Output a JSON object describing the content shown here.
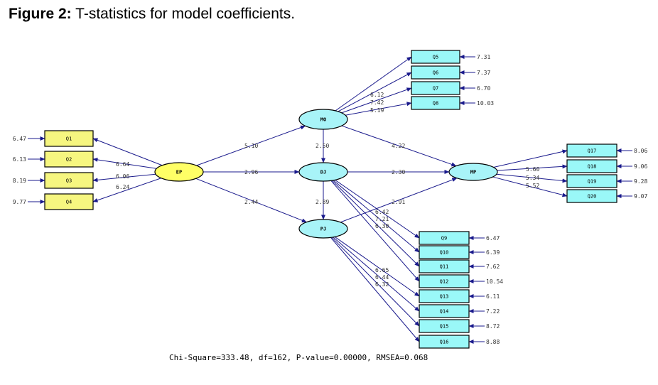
{
  "caption": {
    "prefix": "Figure 2:",
    "text": "T-statistics for model coefficients."
  },
  "colors": {
    "latent": "#a8f4f8",
    "exogenous": "#ffff66",
    "indicator_cyan": "#9af8f8",
    "indicator_yellow": "#f6f680",
    "line": "#1a1a8c"
  },
  "latents": [
    {
      "id": "EP",
      "label": "EP"
    },
    {
      "id": "MO",
      "label": "MO"
    },
    {
      "id": "DJ",
      "label": "DJ"
    },
    {
      "id": "PJ",
      "label": "PJ"
    },
    {
      "id": "MP",
      "label": "MP"
    }
  ],
  "indicators": [
    {
      "id": "Q1",
      "label": "Q1",
      "error": "6.47",
      "loading": ""
    },
    {
      "id": "Q2",
      "label": "Q2",
      "error": "6.13",
      "loading": "6.64"
    },
    {
      "id": "Q3",
      "label": "Q3",
      "error": "8.19",
      "loading": "6.06"
    },
    {
      "id": "Q4",
      "label": "Q4",
      "error": "9.77",
      "loading": "6.24"
    },
    {
      "id": "Q5",
      "label": "Q5",
      "error": "7.31",
      "loading": ""
    },
    {
      "id": "Q6",
      "label": "Q6",
      "error": "7.37",
      "loading": "6.12"
    },
    {
      "id": "Q7",
      "label": "Q7",
      "error": "6.70",
      "loading": "7.42"
    },
    {
      "id": "Q8",
      "label": "Q8",
      "error": "10.03",
      "loading": "5.19"
    },
    {
      "id": "Q9",
      "label": "Q9",
      "error": "6.47",
      "loading": ""
    },
    {
      "id": "Q10",
      "label": "Q10",
      "error": "6.39",
      "loading": "6.42"
    },
    {
      "id": "Q11",
      "label": "Q11",
      "error": "7.62",
      "loading": "7.21"
    },
    {
      "id": "Q12",
      "label": "Q12",
      "error": "10.54",
      "loading": "6.30"
    },
    {
      "id": "Q13",
      "label": "Q13",
      "error": "6.11",
      "loading": ""
    },
    {
      "id": "Q14",
      "label": "Q14",
      "error": "7.22",
      "loading": "6.65"
    },
    {
      "id": "Q15",
      "label": "Q15",
      "error": "8.72",
      "loading": "6.44"
    },
    {
      "id": "Q16",
      "label": "Q16",
      "error": "8.88",
      "loading": "6.32"
    },
    {
      "id": "Q17",
      "label": "Q17",
      "error": "8.06",
      "loading": ""
    },
    {
      "id": "Q18",
      "label": "Q18",
      "error": "9.06",
      "loading": "5.60"
    },
    {
      "id": "Q19",
      "label": "Q19",
      "error": "9.28",
      "loading": "5.34"
    },
    {
      "id": "Q20",
      "label": "Q20",
      "error": "9.07",
      "loading": "5.52"
    }
  ],
  "structural_paths": [
    {
      "from": "EP",
      "to": "MO",
      "t": "5.10"
    },
    {
      "from": "EP",
      "to": "DJ",
      "t": "2.96"
    },
    {
      "from": "EP",
      "to": "PJ",
      "t": "2.44"
    },
    {
      "from": "MO",
      "to": "DJ",
      "t": "2.50"
    },
    {
      "from": "DJ",
      "to": "PJ",
      "t": "2.89"
    },
    {
      "from": "MO",
      "to": "MP",
      "t": "4.22"
    },
    {
      "from": "DJ",
      "to": "MP",
      "t": "2.30"
    },
    {
      "from": "PJ",
      "to": "MP",
      "t": "2.91"
    }
  ],
  "fit_stats": "Chi-Square=333.48, df=162, P-value=0.00000, RMSEA=0.068"
}
